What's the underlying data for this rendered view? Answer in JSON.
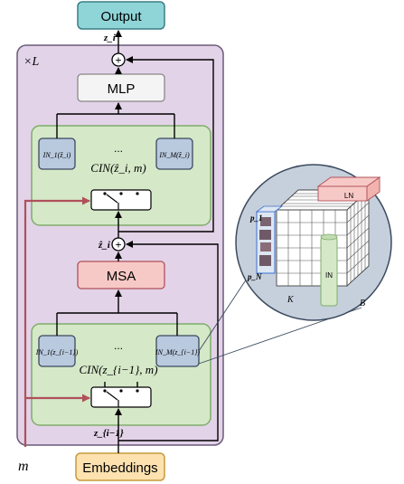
{
  "diagram": {
    "output_label": "Output",
    "embeddings_label": "Embeddings",
    "repeat_label": "×L",
    "mlp_label": "MLP",
    "msa_label": "MSA",
    "z_i": "z_i",
    "zhat_i": "ẑ_i",
    "z_im1": "z_{i−1}",
    "m_label": "m",
    "plus": "+",
    "cin_top": {
      "label": "CIN(ẑ_i, m)",
      "in_left": "IN_1(ẑ_i)",
      "in_right": "IN_M(ẑ_i)",
      "dots": "..."
    },
    "cin_bottom": {
      "label": "CIN(z_{i−1}, m)",
      "in_left": "IN_1(z_{i−1})",
      "in_right": "IN_M(z_{i−1})",
      "dots": "..."
    },
    "cube": {
      "ln_label": "LN",
      "in_label": "IN",
      "p1_label": "p_1",
      "pN_label": "p_N",
      "k_label": "K",
      "b_label": "B"
    },
    "colors": {
      "output_fill": "#8fd5d8",
      "embed_fill": "#fde2b0",
      "outer_fill": "#e3d3e8",
      "cin_fill": "#d5e8c8",
      "msa_fill": "#f7c9c6",
      "in_fill": "#b9c9de",
      "arrow_red": "#b0505a"
    }
  }
}
